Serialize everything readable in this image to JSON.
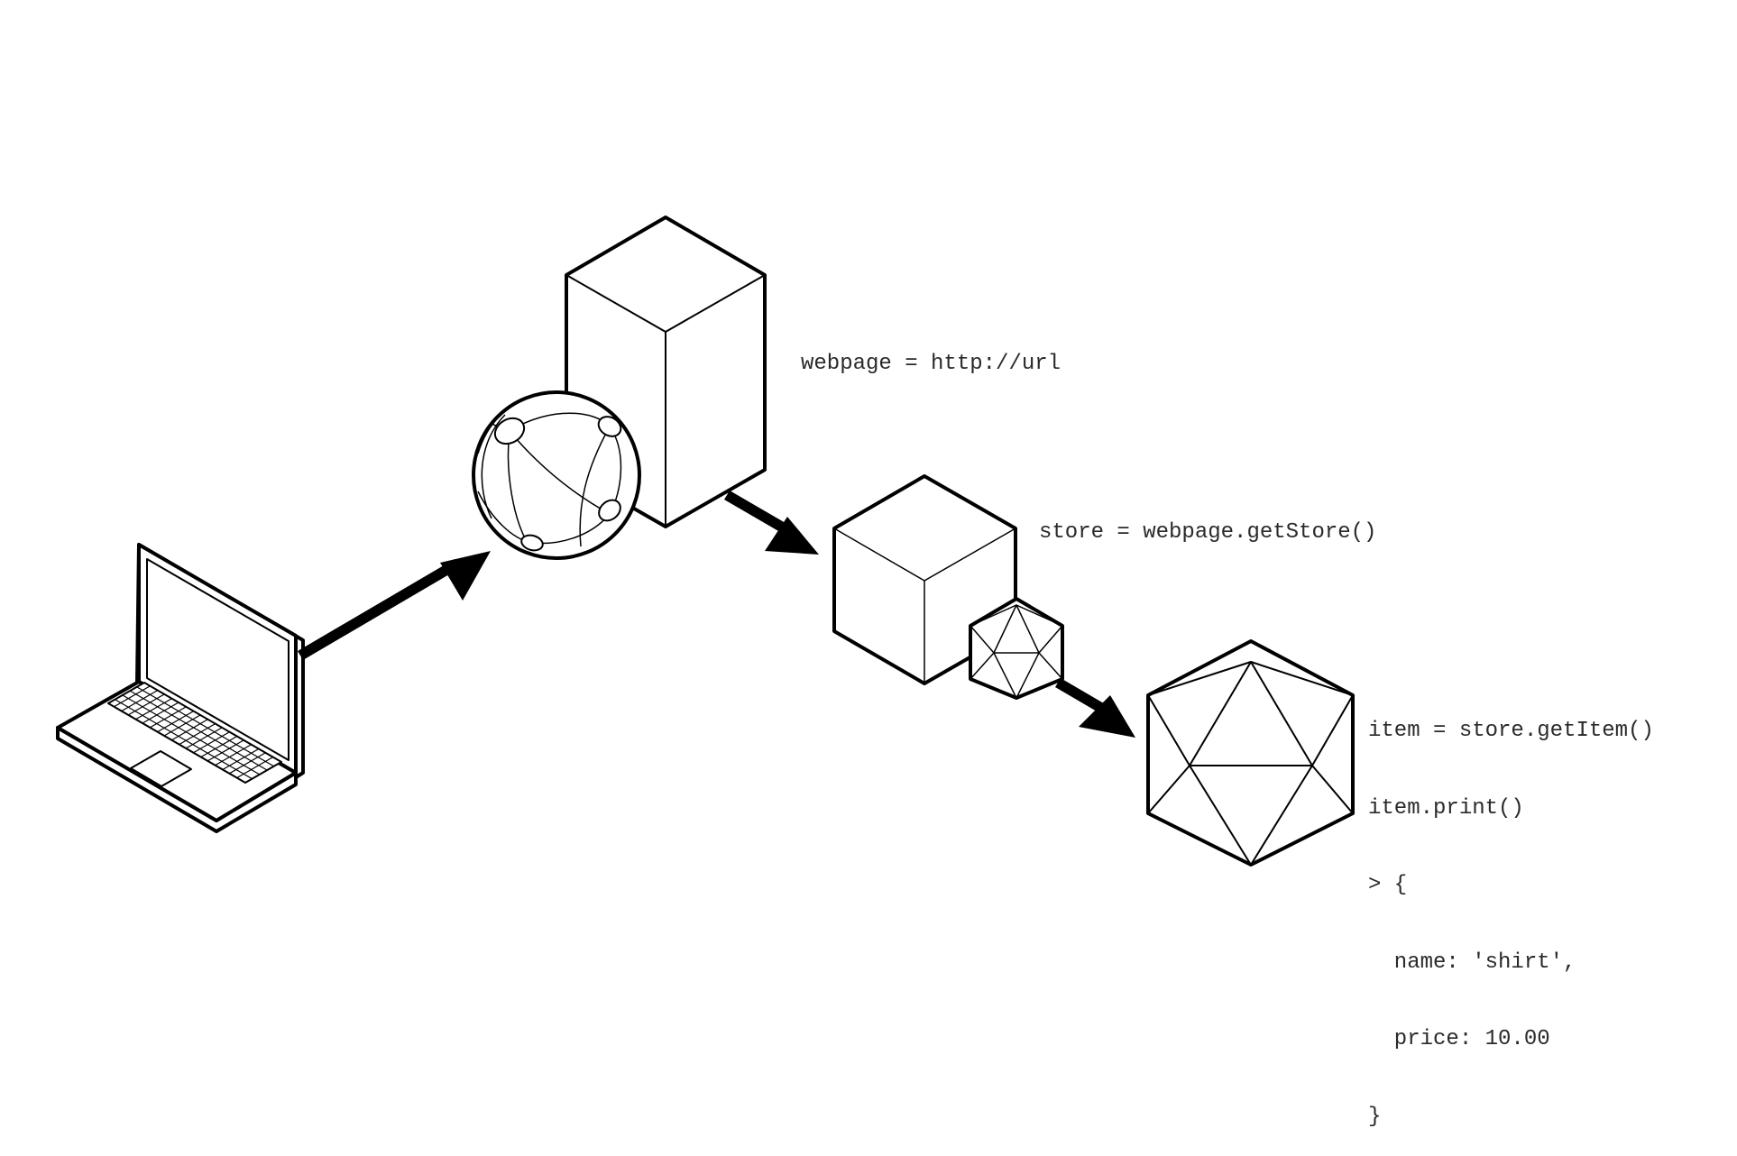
{
  "background_color": "#ffffff",
  "stroke_color": "#000000",
  "text_color": "#2a2a2a",
  "nodes": [
    {
      "name": "laptop",
      "icon": "laptop-icon"
    },
    {
      "name": "web-server",
      "icon": "server-globe-icon"
    },
    {
      "name": "store",
      "icon": "cube-icon"
    },
    {
      "name": "item",
      "icon": "icosahedron-icon"
    }
  ],
  "labels": {
    "webpage": "webpage = http://url",
    "store": "store = webpage.getStore()",
    "item_lines": [
      "item = store.getItem()",
      "item.print()",
      "> {",
      "  name: 'shirt',",
      "  price: 10.00",
      "}"
    ]
  }
}
